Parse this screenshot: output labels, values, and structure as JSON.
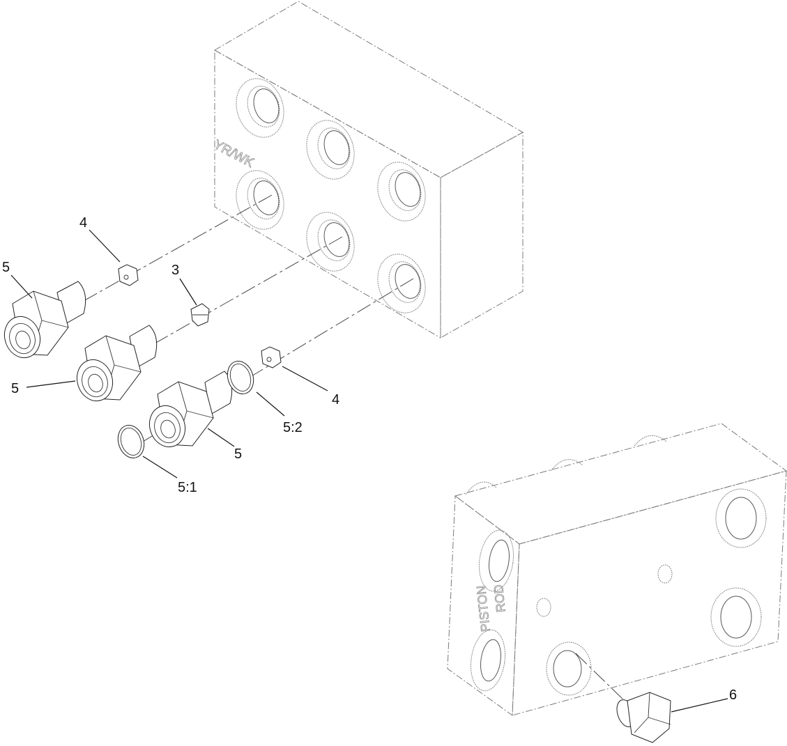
{
  "diagram": {
    "type": "exploded-parts-view",
    "colors": {
      "line": "#222222",
      "hidden_edge": "#7a7a7a",
      "background": "#ffffff"
    },
    "manifold_upper": {
      "engraving": "YR/WK",
      "ports": 6
    },
    "manifold_lower": {
      "engraving_line1": "PISTON",
      "engraving_line2": "ROD",
      "ports_visible": 6
    },
    "callouts": [
      {
        "id": "c5a",
        "label": "5",
        "part": "fitting"
      },
      {
        "id": "c4a",
        "label": "4",
        "part": "orifice-nut"
      },
      {
        "id": "c3",
        "label": "3",
        "part": "check-insert"
      },
      {
        "id": "c5b",
        "label": "5",
        "part": "fitting"
      },
      {
        "id": "c5c",
        "label": "5",
        "part": "fitting"
      },
      {
        "id": "c52",
        "label": "5:2",
        "part": "o-ring"
      },
      {
        "id": "c4b",
        "label": "4",
        "part": "orifice-nut"
      },
      {
        "id": "c51",
        "label": "5:1",
        "part": "o-ring"
      },
      {
        "id": "c6",
        "label": "6",
        "part": "plug"
      }
    ]
  }
}
